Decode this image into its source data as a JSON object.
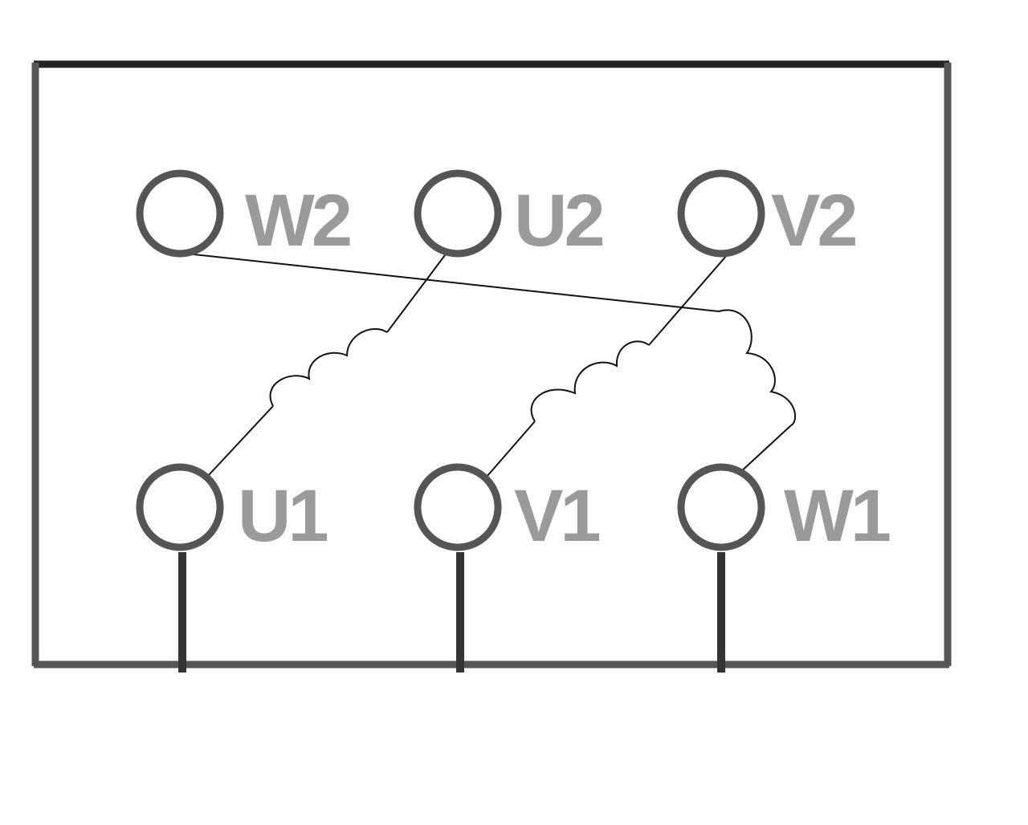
{
  "diagram": {
    "terminals_top": [
      {
        "id": "w2",
        "label": "W2"
      },
      {
        "id": "u2",
        "label": "U2"
      },
      {
        "id": "v2",
        "label": "V2"
      }
    ],
    "terminals_bottom": [
      {
        "id": "u1",
        "label": "U1"
      },
      {
        "id": "v1",
        "label": "V1"
      },
      {
        "id": "w1",
        "label": "W1"
      }
    ],
    "windings": [
      {
        "from": "u1",
        "to": "u2"
      },
      {
        "from": "v1",
        "to": "v2"
      },
      {
        "from": "w1",
        "to": "w2"
      }
    ],
    "colors": {
      "box_top": "#222222",
      "box_side": "#555555",
      "terminal_ring": "#555555",
      "label": "#9a9a9a",
      "wire": "#111111"
    }
  }
}
